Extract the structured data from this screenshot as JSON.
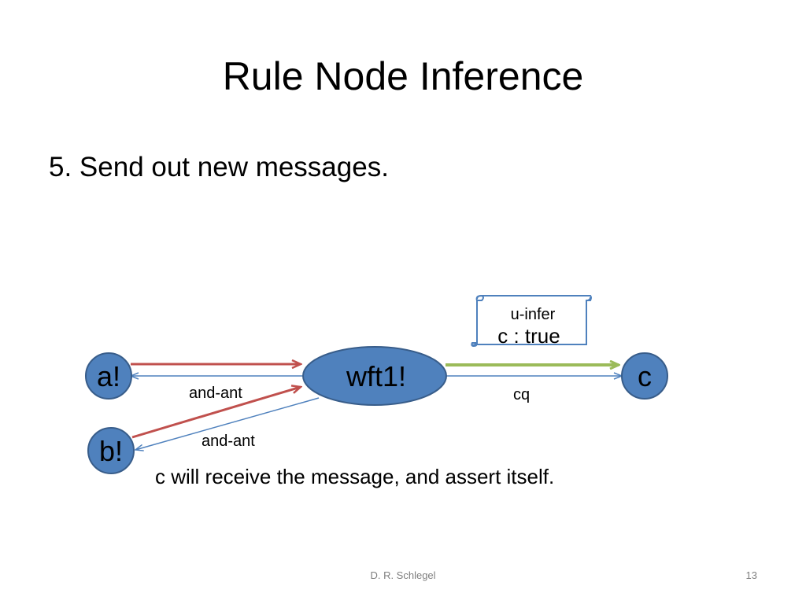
{
  "slide": {
    "title": "Rule Node Inference",
    "bullet": "5. Send out new messages.",
    "caption": "c will receive the message, and assert itself.",
    "footer": "D. R. Schlegel",
    "page_number": "13"
  },
  "diagram": {
    "nodes": {
      "a": "a!",
      "b": "b!",
      "rule": "wft1!",
      "c": "c"
    },
    "edges": {
      "a_label": "and-ant",
      "b_label": "and-ant",
      "c_label": "cq"
    },
    "message": {
      "type": "u-infer",
      "content": "c : true"
    },
    "colors": {
      "node_fill": "#4f81bd",
      "node_stroke": "#385d8a",
      "edge_blue": "#4f81bd",
      "message_red": "#c0504d",
      "message_green": "#9bbb59"
    }
  }
}
